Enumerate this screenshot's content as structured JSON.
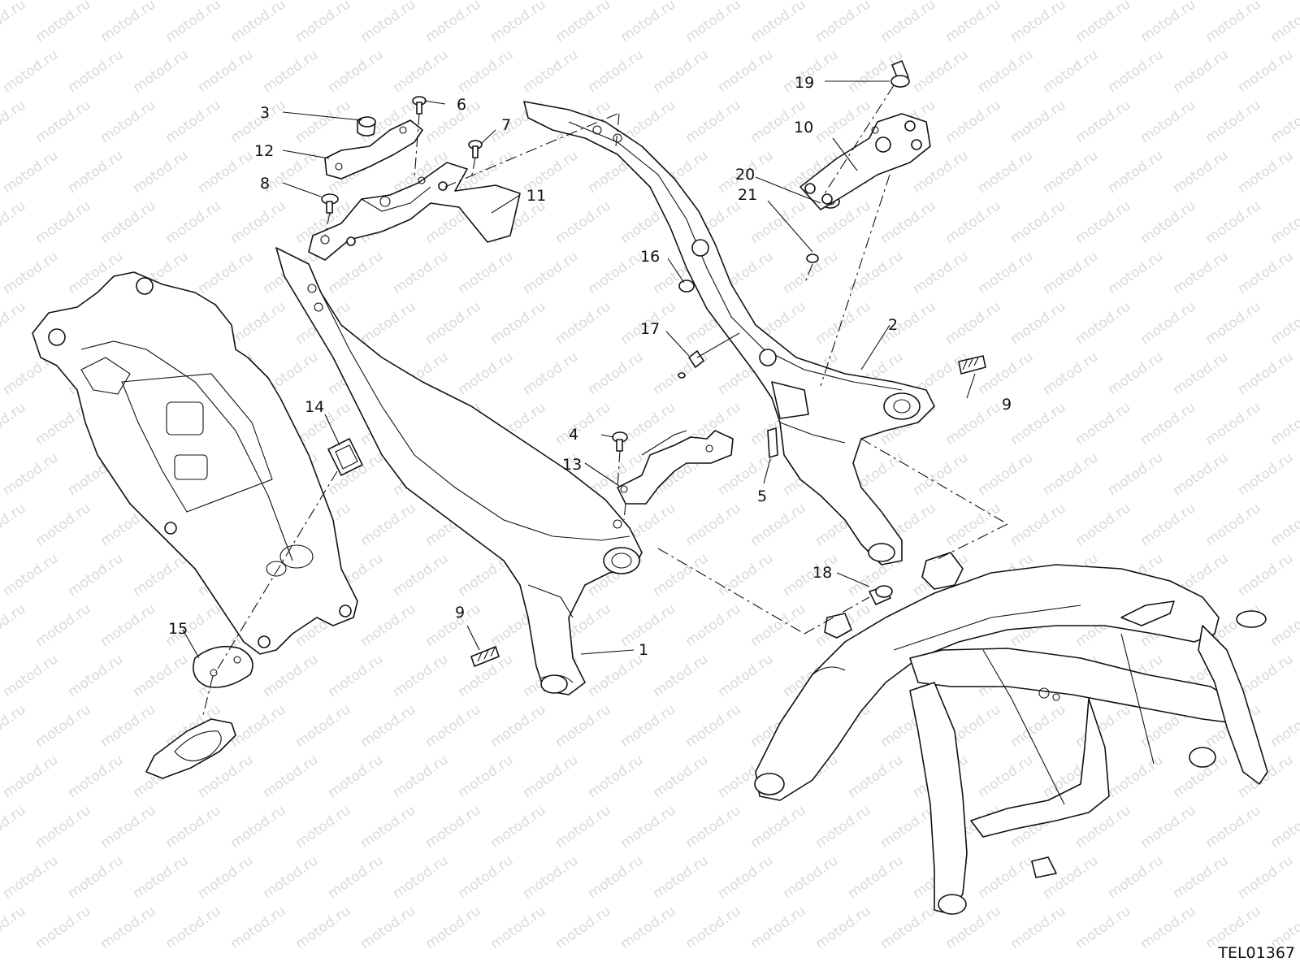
{
  "watermark_text": "motod.ru",
  "drawing_code": "TEL01367",
  "callouts": [
    {
      "id": "1",
      "label": "1"
    },
    {
      "id": "2",
      "label": "2"
    },
    {
      "id": "3",
      "label": "3"
    },
    {
      "id": "4",
      "label": "4"
    },
    {
      "id": "5",
      "label": "5"
    },
    {
      "id": "6",
      "label": "6"
    },
    {
      "id": "7",
      "label": "7"
    },
    {
      "id": "8",
      "label": "8"
    },
    {
      "id": "9a",
      "label": "9"
    },
    {
      "id": "9b",
      "label": "9"
    },
    {
      "id": "10",
      "label": "10"
    },
    {
      "id": "11",
      "label": "11"
    },
    {
      "id": "12",
      "label": "12"
    },
    {
      "id": "13",
      "label": "13"
    },
    {
      "id": "14",
      "label": "14"
    },
    {
      "id": "15",
      "label": "15"
    },
    {
      "id": "16",
      "label": "16"
    },
    {
      "id": "17",
      "label": "17"
    },
    {
      "id": "18",
      "label": "18"
    },
    {
      "id": "19",
      "label": "19"
    },
    {
      "id": "20",
      "label": "20"
    },
    {
      "id": "21",
      "label": "21"
    }
  ]
}
